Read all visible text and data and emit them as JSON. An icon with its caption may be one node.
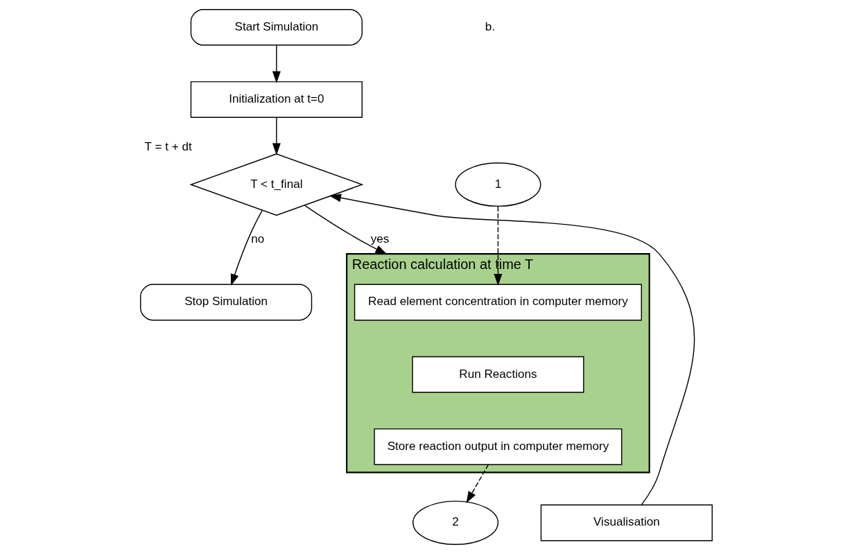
{
  "diagram": {
    "nodes": [
      {
        "text": [
          "Start Simulation"
        ]
      },
      {
        "text": [
          "Initialization at t=0"
        ]
      },
      {
        "text": [
          "T < t_final"
        ],
        "beside": [
          "T = t + dt"
        ]
      },
      {
        "text": [
          "Stop Simulation"
        ]
      },
      {
        "text": [
          "Reaction calculation at time T"
        ]
      },
      {
        "text": [
          "Read element concentration in computer memory"
        ],
        "in": 4
      },
      {
        "text": [
          "Run Reactions"
        ],
        "in": 4
      },
      {
        "text": [
          "Store reaction output in computer memory"
        ],
        "in": 4
      },
      {
        "text": [
          "1"
        ]
      },
      {
        "text": [
          "2"
        ]
      },
      {
        "text": [
          "Visualisation"
        ]
      }
    ],
    "edges": [
      {
        "from": 0,
        "to": 1,
        "arrow": "to"
      },
      {
        "from": 1,
        "to": 2,
        "arrow": "to"
      },
      {
        "from": 2,
        "to": 4,
        "arrow": "to",
        "label": "yes"
      },
      {
        "from": 2,
        "to": 3,
        "arrow": "to",
        "label": "no"
      },
      {
        "from": 8,
        "to": 5,
        "arrow": "to",
        "style": "dashed"
      },
      {
        "from": 7,
        "to": 9,
        "arrow": "to",
        "style": "dashed"
      },
      {
        "from": 10,
        "to": 2,
        "arrow": "to"
      }
    ],
    "labels": [
      "b."
    ]
  }
}
